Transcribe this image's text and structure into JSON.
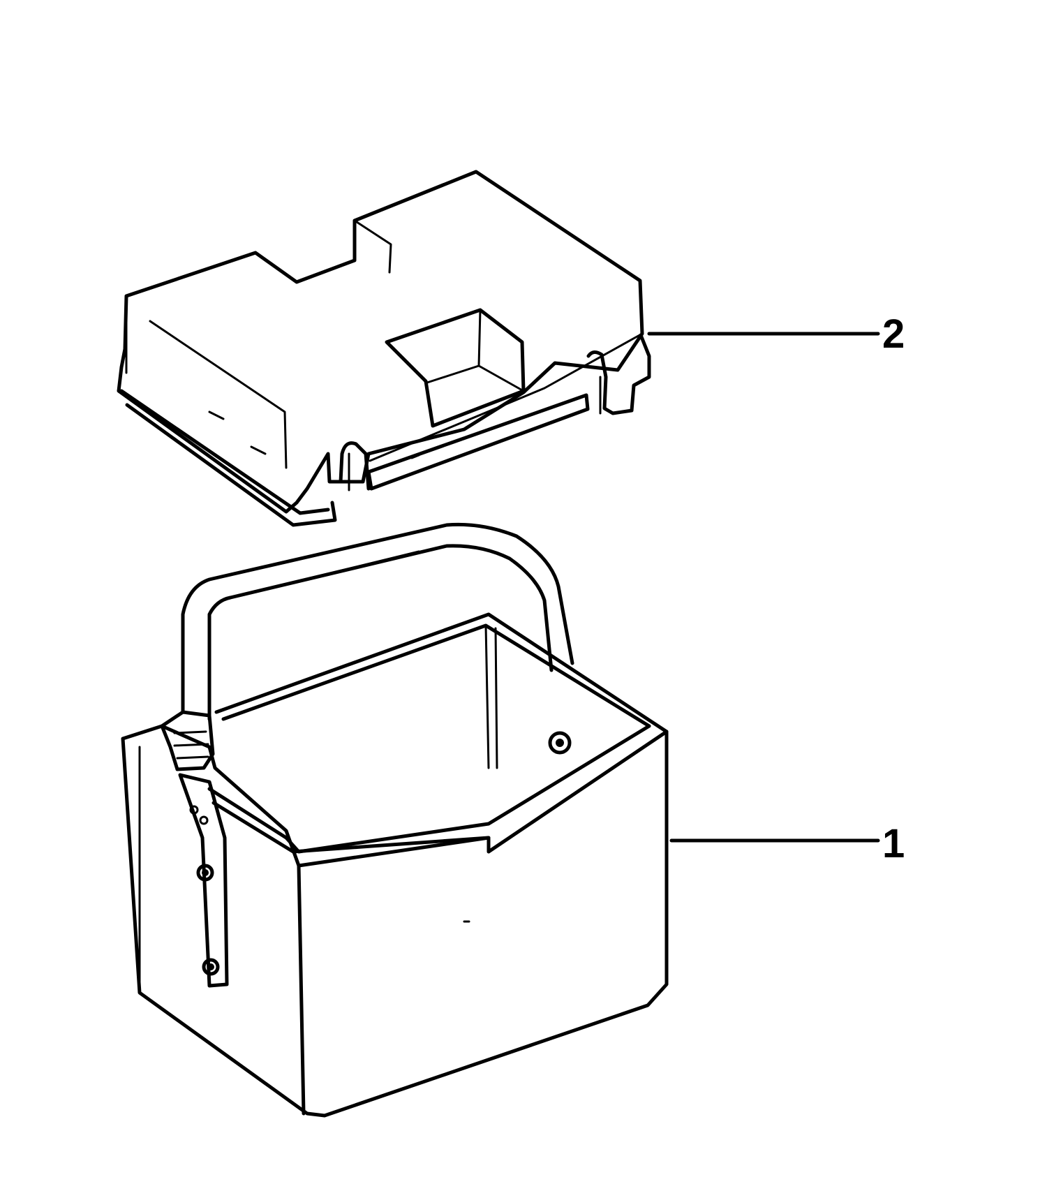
{
  "callouts": [
    {
      "number": "2",
      "part": "cover"
    },
    {
      "number": "1",
      "part": "box"
    }
  ],
  "colors": {
    "ink": "#000000",
    "paper": "#ffffff"
  }
}
